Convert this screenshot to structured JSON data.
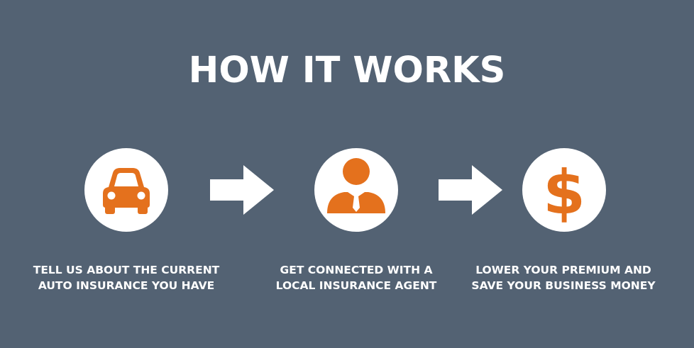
{
  "title": "HOW IT WORKS",
  "accent_color": "#E4711D",
  "background_color": "#536273",
  "steps": [
    {
      "icon": "car-icon",
      "line1": "TELL US ABOUT THE CURRENT",
      "line2": "AUTO INSURANCE YOU HAVE"
    },
    {
      "icon": "agent-person-icon",
      "line1": "GET CONNECTED WITH A",
      "line2": "LOCAL INSURANCE AGENT"
    },
    {
      "icon": "dollar-sign-icon",
      "line1": "LOWER YOUR PREMIUM AND",
      "line2": "SAVE YOUR BUSINESS MONEY"
    }
  ],
  "dollar_glyph": "$"
}
